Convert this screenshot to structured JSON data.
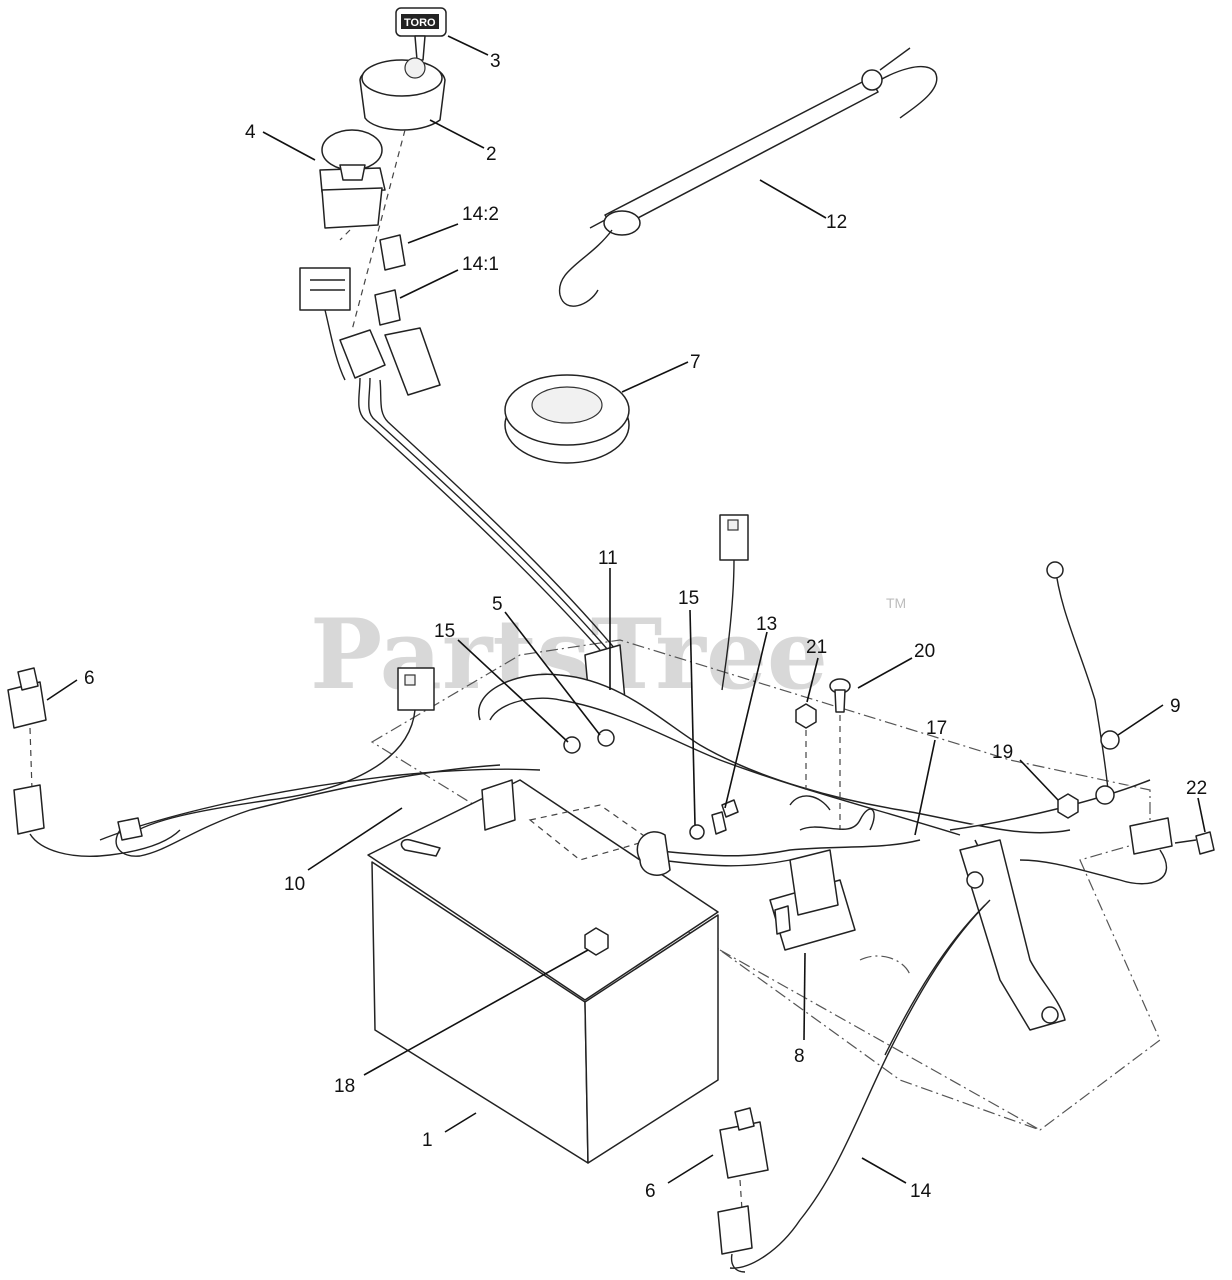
{
  "watermark": {
    "text": "PartsTree",
    "trademark": "TM"
  },
  "key_brand": "TORO",
  "callouts": {
    "c1": "1",
    "c2": "2",
    "c3": "3",
    "c4": "4",
    "c5": "5",
    "c6a": "6",
    "c6b": "6",
    "c7": "7",
    "c8": "8",
    "c9": "9",
    "c10": "10",
    "c11": "11",
    "c12": "12",
    "c13": "13",
    "c14": "14",
    "c14_1": "14:1",
    "c14_2": "14:2",
    "c15a": "15",
    "c15b": "15",
    "c17": "17",
    "c18": "18",
    "c19": "19",
    "c20": "20",
    "c21": "21",
    "c22": "22"
  }
}
